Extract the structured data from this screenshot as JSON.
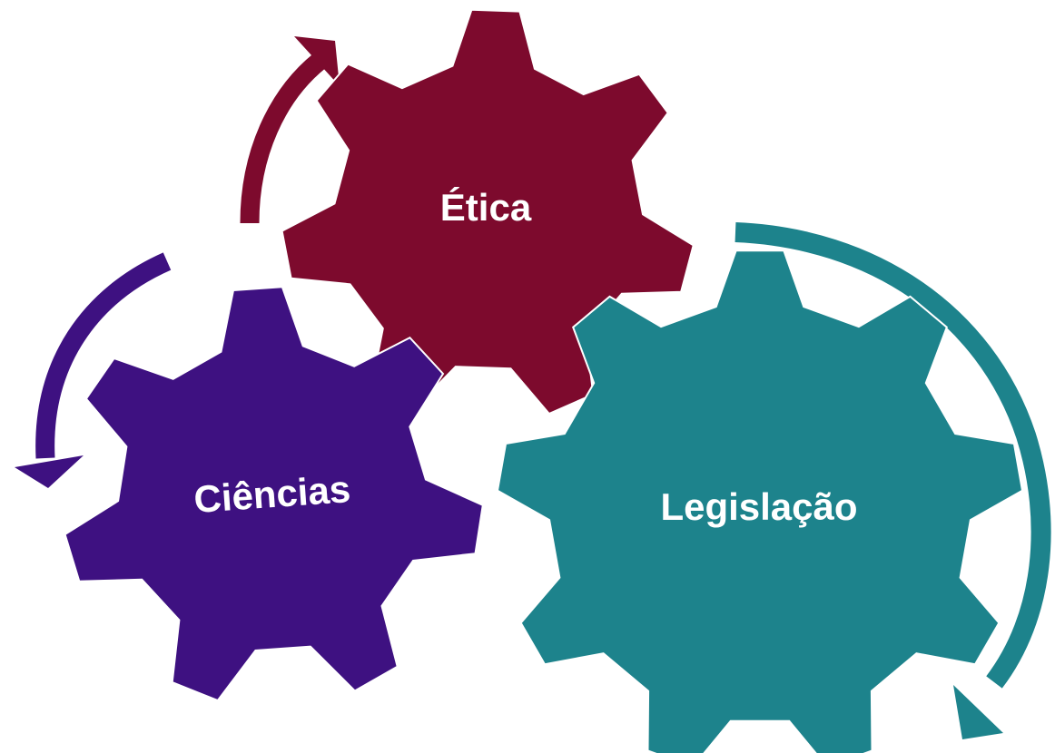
{
  "diagram": {
    "gears": [
      {
        "id": "etica",
        "label": "Ética",
        "color": "#7d0a2d"
      },
      {
        "id": "ciencias",
        "label": "Ciências",
        "color": "#3e1181"
      },
      {
        "id": "legislacao",
        "label": "Legislação",
        "color": "#1d838c"
      }
    ],
    "arrows": [
      {
        "id": "etica",
        "color": "#7d0a2d"
      },
      {
        "id": "ciencias",
        "color": "#3e1181"
      },
      {
        "id": "legislacao",
        "color": "#1d838c"
      }
    ]
  }
}
